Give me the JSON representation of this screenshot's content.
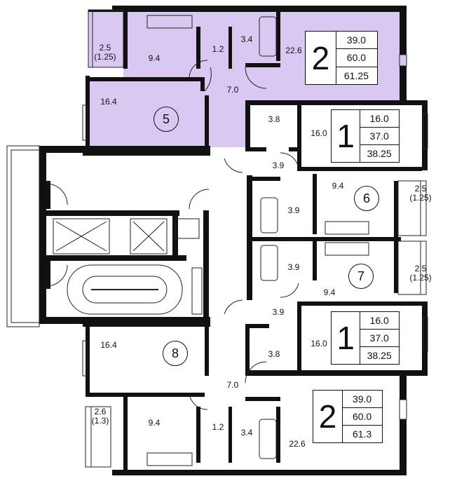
{
  "colors": {
    "highlight": "#d9c8f2",
    "wall": "#111111",
    "line": "#222222"
  },
  "apartments": [
    {
      "id": "apt-top-2",
      "rooms": "2",
      "values": [
        "39.0",
        "60.0",
        "61.25"
      ]
    },
    {
      "id": "apt-r1-upper",
      "rooms": "1",
      "values": [
        "16.0",
        "37.0",
        "38.25"
      ]
    },
    {
      "id": "apt-r1-lower",
      "rooms": "1",
      "values": [
        "16.0",
        "37.0",
        "38.25"
      ]
    },
    {
      "id": "apt-bottom-2",
      "rooms": "2",
      "values": [
        "39.0",
        "60.0",
        "61.3"
      ]
    }
  ],
  "unit_numbers": {
    "u5": "5",
    "u6": "6",
    "u7": "7",
    "u8": "8"
  },
  "room_areas": {
    "top_kitchen": "9.4",
    "top_wc": "1.2",
    "top_bath": "3.4",
    "top_living": "22.6",
    "top_hall": "7.0",
    "top_room5": "16.4",
    "r_upper_store": "3.8",
    "r_upper_living": "16.0",
    "r_upper_hall": "3.9",
    "r_upper_kitchen": "9.4",
    "r_upper_bath": "3.9",
    "r_lower_bath": "3.9",
    "r_lower_kitchen": "9.4",
    "r_lower_hall": "3.9",
    "r_lower_store": "3.8",
    "r_lower_living": "16.0",
    "bot_room8": "16.4",
    "bot_hall": "7.0",
    "bot_kitchen": "9.4",
    "bot_wc": "1.2",
    "bot_bath": "3.4",
    "bot_living": "22.6"
  },
  "balconies": {
    "top_left": [
      "2.5",
      "(1.25)"
    ],
    "right_6": [
      "2.5",
      "(1.25)"
    ],
    "right_7": [
      "2.5",
      "(1.25)"
    ],
    "bottom_left": [
      "2.6",
      "(1.3)"
    ]
  }
}
